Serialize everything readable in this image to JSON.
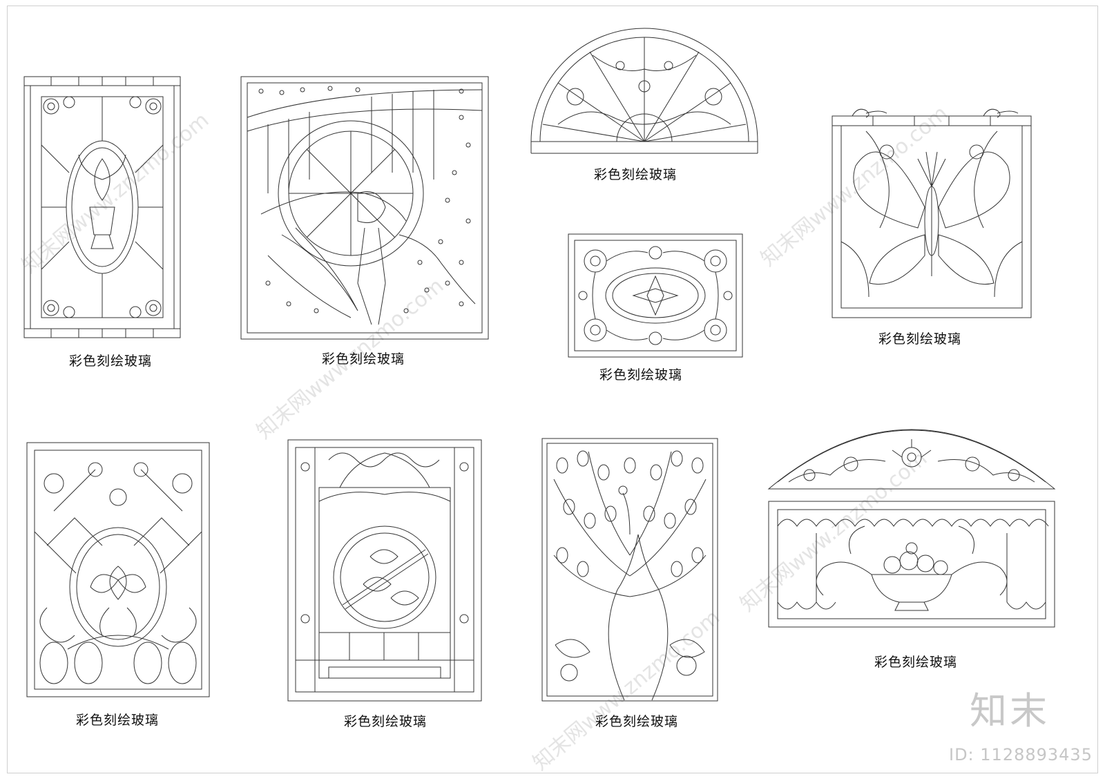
{
  "panels": [
    {
      "id": "p1",
      "caption": "彩色刻绘玻璃",
      "motif": "rose-frame-vase-oval"
    },
    {
      "id": "p2",
      "caption": "彩色刻绘玻璃",
      "motif": "dancer-wheel"
    },
    {
      "id": "p3",
      "caption": "彩色刻绘玻璃",
      "motif": "half-round-fan"
    },
    {
      "id": "p4",
      "caption": "彩色刻绘玻璃",
      "motif": "scroll-medallion"
    },
    {
      "id": "p5",
      "caption": "彩色刻绘玻璃",
      "motif": "butterfly"
    },
    {
      "id": "p6",
      "caption": "彩色刻绘玻璃",
      "motif": "floral-oval-lattice"
    },
    {
      "id": "p7",
      "caption": "彩色刻绘玻璃",
      "motif": "framed-circle-flowers"
    },
    {
      "id": "p8",
      "caption": "彩色刻绘玻璃",
      "motif": "peacock"
    },
    {
      "id": "p9",
      "caption": "彩色刻绘玻璃",
      "motif": "arch-fruit-bowl"
    }
  ],
  "brand": {
    "logo_text": "知末",
    "id_text": "ID: 1128893435"
  },
  "watermark": {
    "text": "知末网www.znzmo.com"
  },
  "colors": {
    "line": "#333333",
    "background": "#ffffff",
    "watermark": "#e4e4e4"
  }
}
